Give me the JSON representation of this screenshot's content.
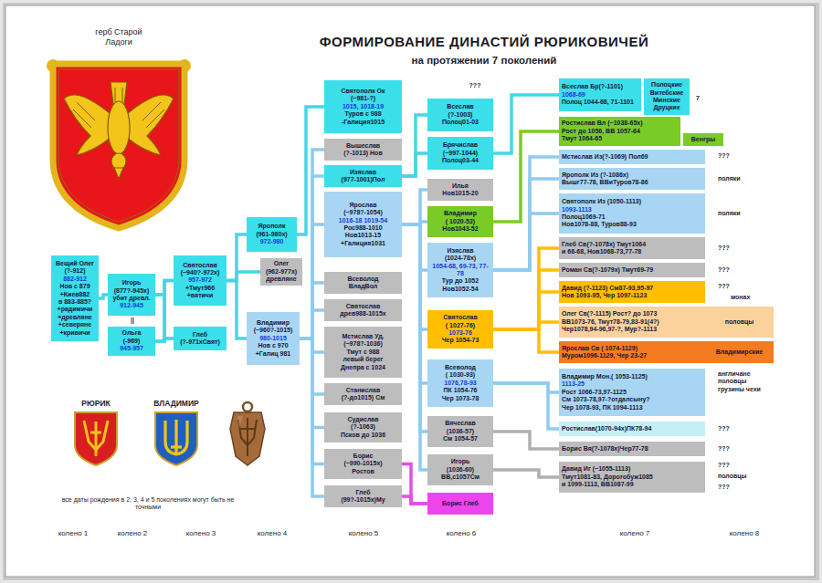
{
  "diagram": {
    "title": "ФОРМИРОВАНИЕ ДИНАСТИЙ РЮРИКОВИЧЕЙ",
    "nodes": [
      {
        "text": [
          "Вещий Олег",
          "(?-912)",
          "882-912",
          "Нов с 879",
          "+Киев882",
          "в 883-885?",
          "+радимичи",
          "+древляне",
          "+северяне",
          "+кривичи"
        ]
      },
      {
        "text": [
          "Игорь",
          "(877?-945х)",
          "убит древл.",
          "912-945"
        ]
      },
      {
        "text": [
          "Ольга",
          "(-969)",
          "945-957"
        ]
      },
      {
        "text": [
          "Святослав",
          "(~940?-972х)",
          "957-972",
          "+Тмут966",
          "+вятичи"
        ]
      },
      {
        "text": [
          "Глеб",
          "(?-971хСвят)"
        ]
      },
      {
        "text": [
          "Ярополк",
          "(961-980х)",
          "972-980"
        ]
      },
      {
        "text": [
          "Олег",
          "(962-977х)",
          "древляне"
        ]
      },
      {
        "text": [
          "Владимир",
          "(~960?-1015)",
          "980-1015",
          "Нов с 970",
          "+Галиц 981"
        ]
      },
      {
        "text": [
          "Святополк Ок",
          "(~981-?)",
          "1015, 1018-19",
          "Туров с 988",
          "-Галиция1015"
        ]
      },
      {
        "text": [
          "Вышеслав",
          "(?-1013) Нов"
        ]
      },
      {
        "text": [
          "Изяслав",
          "(977-1001)Пол"
        ]
      },
      {
        "text": [
          "Ярослав",
          "(~978?-1054)",
          "1016-18 1019-54",
          "Рос988-1010",
          "Нов1013-15",
          "+Галиция1031"
        ]
      },
      {
        "text": [
          "Всеволод",
          "ВладВол"
        ]
      },
      {
        "text": [
          "Святослав",
          "древ988-1015х"
        ]
      },
      {
        "text": [
          "Мстислав Уд.",
          "(~978?-1036)",
          "Тмут с 988",
          "левый берег",
          "Днепра с 1024"
        ]
      },
      {
        "text": [
          "Станислав",
          "(?-до1015) См"
        ]
      },
      {
        "text": [
          "Судислав",
          "(?-1063)",
          "Псков до 1036"
        ]
      },
      {
        "text": [
          "Борис",
          "(~990-1015х)",
          "Ростов"
        ]
      },
      {
        "text": [
          "Глеб",
          "(99?-1015х)Му"
        ]
      },
      {
        "text": [
          "Всеслав",
          "(?-1003)",
          "Полоц01-03"
        ]
      },
      {
        "text": [
          "Брячислав",
          "(~997-1044)",
          "Полоц03-44"
        ]
      },
      {
        "text": [
          "Илья",
          "Нов1015-20"
        ]
      },
      {
        "text": [
          "Владимир",
          "( 1020-52)",
          "Нов1043-52"
        ]
      },
      {
        "text": [
          "Изяслав",
          "(1024-78х)",
          "1054-68, 69-73, 77-78",
          "Тур до 1052",
          "Нов1052-54"
        ]
      },
      {
        "text": [
          "Святослав",
          "( 1027-76)",
          "1073-76",
          "Чер 1054-73"
        ]
      },
      {
        "text": [
          "Всеволод",
          "( 1030-93)",
          "1076,78-93",
          "ПК 1054-76",
          "Чер 1073-78"
        ]
      },
      {
        "text": [
          "Вячеслав",
          "(1036-57)",
          "См 1054-57"
        ]
      },
      {
        "text": [
          "Игорь",
          "(1036-60)",
          "ВВ,с1057См"
        ]
      },
      {
        "text": [
          "Борис Глеб"
        ]
      },
      {
        "text": [
          "Всеслав Бр(?-1101)",
          "1068-69",
          "Полоц 1044-68, 71-1101"
        ]
      },
      {
        "text": [
          "Полоцкие Витебские Минские Друцкие"
        ]
      },
      {
        "text": [
          "Ростислав Вл (~1038-65х)",
          "Рост до 1056, ВВ 1057-64",
          "Тмут 1064-65"
        ]
      },
      {
        "text": [
          "Венгры"
        ]
      },
      {
        "text": [
          "Мстислав Из(?-1069) Пол69"
        ]
      },
      {
        "text": [
          "Ярополк Из (?-1086х)",
          "Вышг77-78, ВВиТуров78-86"
        ]
      },
      {
        "text": [
          "Святополк Из (1050-1113)",
          "1093-1113",
          "Полоц1069-71",
          "Нов1078-88, Туров88-93"
        ]
      },
      {
        "text": [
          "Глеб Св(?-1078х) Тмут1064",
          "и 66-68, Нов1068-73,77-78"
        ]
      },
      {
        "text": [
          "Роман Св(?-1079х) Тмут69-79"
        ]
      },
      {
        "text": [
          "Давид (?-1123) См87-93,95-97",
          "Нов 1093-95, Чер 1097-1123"
        ]
      },
      {
        "text": [
          "Олег Св(?-1115) Рост? до 1073",
          "ВВ1073-76, Тмут78-79,83-91(4?)",
          "Чер1078,94-96,97-?, Мур?-1113"
        ]
      },
      {
        "text": [
          "половцы"
        ]
      },
      {
        "text": [
          "Ярослав Св ( 1074-1129)",
          "Муром1096-1129, Чер 23-27"
        ]
      },
      {
        "text": [
          "Владимирские"
        ]
      },
      {
        "text": [
          "Владимир Мон.( 1053-1125)",
          "1113-25",
          "Рост 1066-73,97-1125",
          "См 1073-78,97-?отдалсыну?",
          "Чер 1078-93, ПК 1094-1113"
        ]
      },
      {
        "text": [
          "Ростислав(1070-94х)ПК78-94"
        ]
      },
      {
        "text": [
          "Борис Вя(?-1078х)Чер77-78"
        ]
      },
      {
        "text": [
          "Давид Иг (~1055-1113)",
          "Тмут1081-83, Дорогобуж1085",
          "и 1099-1113, ВВ1087-99"
        ]
      }
    ],
    "edges": [
      {
        "from": 0,
        "to": 1,
        "arrow": "none"
      },
      {
        "from": 1,
        "to": 3,
        "arrow": "none"
      },
      {
        "from": 1,
        "to": 4,
        "arrow": "none"
      },
      {
        "from": 2,
        "to": 3,
        "arrow": "none"
      },
      {
        "from": 2,
        "to": 4,
        "arrow": "none"
      },
      {
        "from": 3,
        "to": 5,
        "arrow": "none"
      },
      {
        "from": 3,
        "to": 6,
        "arrow": "none"
      },
      {
        "from": 3,
        "to": 7,
        "arrow": "none"
      },
      {
        "from": 5,
        "to": 8,
        "arrow": "none"
      },
      {
        "from": 7,
        "to": 9,
        "arrow": "none"
      },
      {
        "from": 7,
        "to": 10,
        "arrow": "none"
      },
      {
        "from": 7,
        "to": 11,
        "arrow": "none"
      },
      {
        "from": 7,
        "to": 12,
        "arrow": "none"
      },
      {
        "from": 7,
        "to": 13,
        "arrow": "none"
      },
      {
        "from": 7,
        "to": 14,
        "arrow": "none"
      },
      {
        "from": 7,
        "to": 15,
        "arrow": "none"
      },
      {
        "from": 7,
        "to": 16,
        "arrow": "none"
      },
      {
        "from": 7,
        "to": 17,
        "arrow": "none"
      },
      {
        "from": 7,
        "to": 18,
        "arrow": "none"
      },
      {
        "from": 10,
        "to": 19,
        "arrow": "none"
      },
      {
        "from": 10,
        "to": 20,
        "arrow": "none"
      },
      {
        "from": 11,
        "to": 21,
        "arrow": "none"
      },
      {
        "from": 11,
        "to": 22,
        "arrow": "none"
      },
      {
        "from": 11,
        "to": 23,
        "arrow": "none"
      },
      {
        "from": 11,
        "to": 24,
        "arrow": "none"
      },
      {
        "from": 11,
        "to": 25,
        "arrow": "none"
      },
      {
        "from": 11,
        "to": 26,
        "arrow": "none"
      },
      {
        "from": 11,
        "to": 27,
        "arrow": "none"
      },
      {
        "from": 17,
        "to": 28,
        "arrow": "none"
      },
      {
        "from": 18,
        "to": 28,
        "arrow": "none"
      },
      {
        "from": 20,
        "to": 29,
        "arrow": "none"
      },
      {
        "from": 22,
        "to": 31,
        "arrow": "none"
      },
      {
        "from": 23,
        "to": 33,
        "arrow": "none"
      },
      {
        "from": 23,
        "to": 34,
        "arrow": "none"
      },
      {
        "from": 23,
        "to": 35,
        "arrow": "none"
      },
      {
        "from": 24,
        "to": 36,
        "arrow": "none"
      },
      {
        "from": 24,
        "to": 37,
        "arrow": "none"
      },
      {
        "from": 24,
        "to": 38,
        "arrow": "none"
      },
      {
        "from": 24,
        "to": 39,
        "arrow": "none"
      },
      {
        "from": 24,
        "to": 41,
        "arrow": "none"
      },
      {
        "from": 25,
        "to": 43,
        "arrow": "none"
      },
      {
        "from": 25,
        "to": 44,
        "arrow": "none"
      },
      {
        "from": 26,
        "to": 45,
        "arrow": "none"
      },
      {
        "from": 27,
        "to": 46,
        "arrow": "none"
      }
    ],
    "labels": [
      "герб Старой Ладоги",
      "на протяжении 7 поколений",
      "???",
      "7",
      "???",
      "поляки",
      "поляки",
      "???",
      "???",
      "???",
      "монах",
      "англичане половцы грузины чехи",
      "???",
      "???",
      "???",
      "половцы",
      "???",
      "||",
      "РЮРИК",
      "ВЛАДИМИР",
      "все даты рождения в 2, 3, 4 и 5 поколениях могут быть не точными",
      "колено 1",
      "колено 2",
      "колено 3",
      "колено 4",
      "колено 5",
      "колено 6",
      "колено 7",
      "колено 8"
    ]
  }
}
